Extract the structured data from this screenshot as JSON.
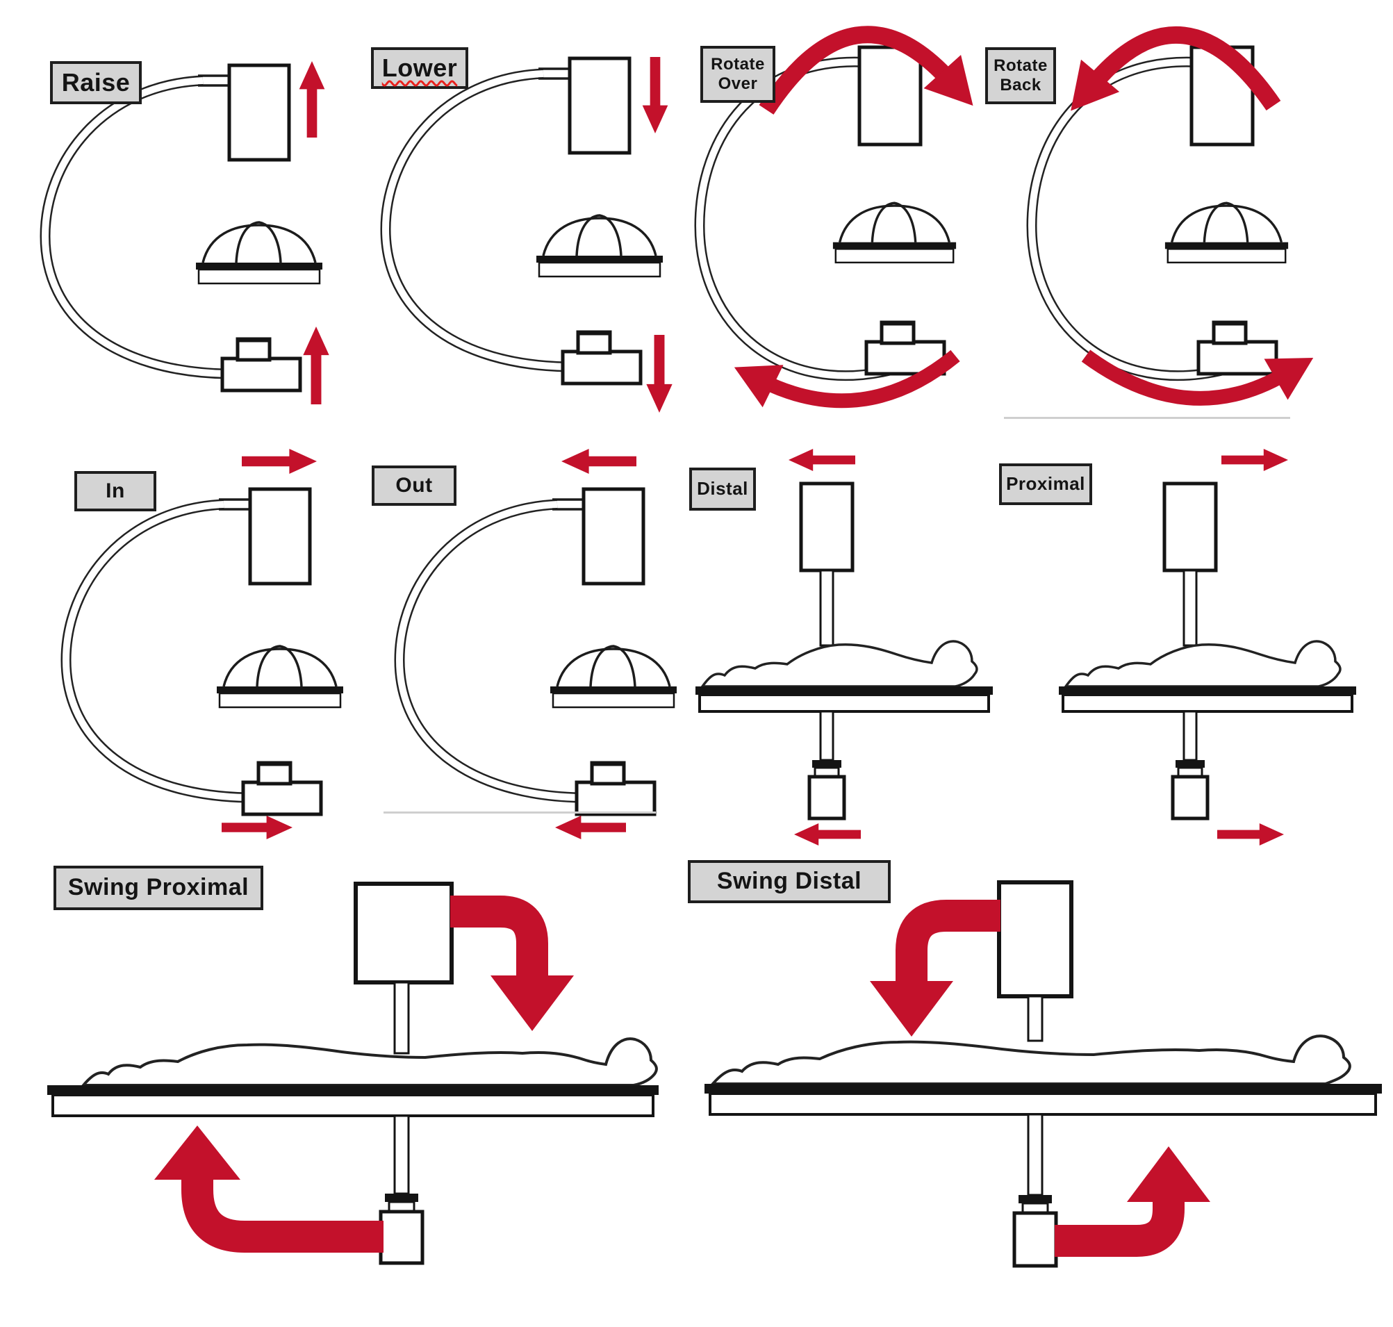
{
  "diagram": {
    "title": "C-arm movement directions diagram",
    "colors": {
      "arrow_red": "#c3112b",
      "label_background": "#d4d4d4",
      "label_border": "#1e1e1e",
      "line_black": "#1c1c1c",
      "separator_gray": "#cfcfcf"
    },
    "labels": {
      "raise": "Raise",
      "lower": "Lower",
      "rotate_over_line1": "Rotate",
      "rotate_over_line2": "Over",
      "rotate_back_line1": "Rotate",
      "rotate_back_line2": "Back",
      "in": "In",
      "out": "Out",
      "distal": "Distal",
      "proximal": "Proximal",
      "swing_proximal": "Swing Proximal",
      "swing_distal": "Swing Distal"
    },
    "icons": {
      "up-arrow-icon": "red straight arrow pointing up",
      "down-arrow-icon": "red straight arrow pointing down",
      "left-arrow-icon": "red straight arrow pointing left",
      "right-arrow-icon": "red straight arrow pointing right",
      "rotate-clockwise-arrow-icon": "red curved arrow, clockwise",
      "rotate-counterclockwise-arrow-icon": "red curved arrow, counterclockwise",
      "elbow-arrow-icon": "thick red right-angle swing arrow"
    }
  }
}
